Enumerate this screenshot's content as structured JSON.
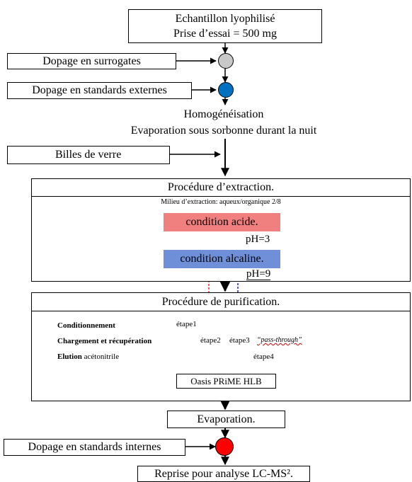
{
  "sample": {
    "line1": "Echantillon lyophilisé",
    "line2": "Prise d’essai = 500 mg"
  },
  "steps": {
    "surrogates": "Dopage en surrogates",
    "external_standards": "Dopage en standards externes",
    "homogenisation": "Homogénéisation",
    "evaporation_night": "Evaporation sous sorbonne durant la nuit",
    "glass_beads": "Billes de verre"
  },
  "extraction": {
    "title": "Procédure d’extraction.",
    "medium": "Milieu d’extraction: aqueux/organique 2/8",
    "acid": "condition acide.",
    "acid_ph": "pH=3",
    "alkaline": "condition alcaline.",
    "alkaline_ph": "pH=9"
  },
  "purification": {
    "title": "Procédure de purification.",
    "conditioning": "Conditionnement",
    "loading": "Chargement et récupération",
    "elution_bold": "Elution",
    "elution_solvent": "acétonitrile",
    "step1": "étape1",
    "step2": "étape2",
    "step3": "étape3",
    "pass_through": "“pass-through”",
    "step4": "étape4",
    "cartridge": "Oasis PRiME HLB"
  },
  "final": {
    "evaporation": "Evaporation.",
    "internal_standards": "Dopage en standards internes",
    "analysis": "Reprise pour analyse LC-MS²."
  },
  "colors": {
    "surrogate_circle": "#c8c8c8",
    "external_circle": "#0070c0",
    "internal_circle": "#ff0000",
    "acid_box": "#f08080",
    "alkaline_box": "#6f8fd9",
    "acid_line": "#ff0000",
    "alkaline_line": "#0000cc",
    "elution_line": "#808080"
  },
  "icons": [
    "glass-beads-icon"
  ]
}
